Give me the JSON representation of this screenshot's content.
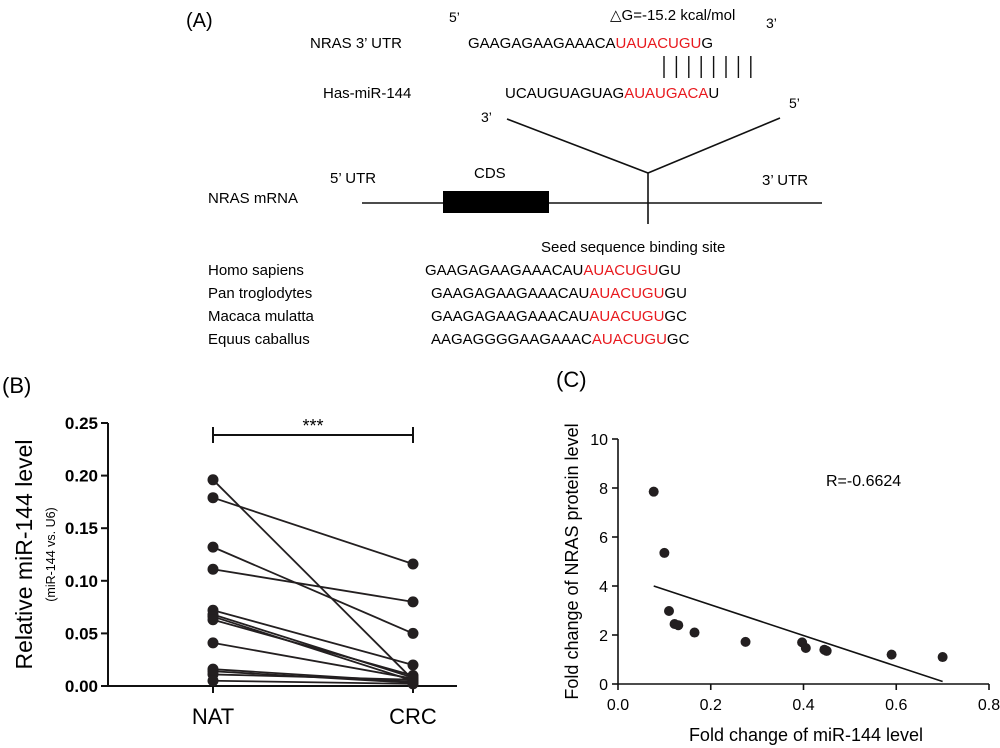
{
  "panel_a": {
    "label": "(A)",
    "nras_utr_label": "NRAS   3’ UTR",
    "five_prime_top": "5’",
    "three_prime_top": "3’",
    "delta_g": "△G=-15.2 kcal/mol",
    "nras_seq_black": "GAAGAGAAGAAACA",
    "nras_seq_red": "UAUACUGU",
    "nras_seq_tail": "G",
    "mir_label": "Has-miR-144",
    "mir_seq_black": "UCAUGUAGUAG",
    "mir_seq_red": "AUAUGACA",
    "mir_seq_tail": "U",
    "three_prime_bottom": "3’",
    "five_prime_bottom": "5’",
    "five_utr_label": "5’ UTR",
    "cds_label": "CDS",
    "three_utr_label": "3’ UTR",
    "mrna_label": "NRAS  mRNA",
    "seed_label": "Seed sequence binding site",
    "species": [
      {
        "name": "Homo sapiens",
        "black": "GAAGAGAAGAAACAU",
        "red": "AUACUGU",
        "tail": "GU"
      },
      {
        "name": "Pan troglodytes",
        "black": "GAAGAGAAGAAACAU",
        "red": "AUACUGU",
        "tail": "GU"
      },
      {
        "name": "Macaca mulatta",
        "black": "GAAGAGAAGAAACAU",
        "red": "AUACUGU",
        "tail": "GC"
      },
      {
        "name": "Equus caballus",
        "black": "AAGAGGGGAAGAAAC",
        "red": "AUACUGU",
        "tail": "GC"
      }
    ],
    "colors": {
      "highlight": "#e8191e",
      "cds": "#000000"
    }
  },
  "panel_b": {
    "label": "(B)",
    "significance": "***"
  },
  "panel_c": {
    "label": "(C)",
    "r_label": "R=-0.6624"
  },
  "chart_data": [
    {
      "type": "line",
      "subtype": "paired-dot",
      "categories": [
        "NAT",
        "CRC"
      ],
      "ylabel": "Relative miR-144 level",
      "ylabel_sub": "(miR-144 vs. U6)",
      "ylim": [
        0,
        0.25
      ],
      "yticks": [
        "0.00",
        "0.05",
        "0.10",
        "0.15",
        "0.20",
        "0.25"
      ],
      "pairs": [
        [
          0.196,
          0.006
        ],
        [
          0.179,
          0.116
        ],
        [
          0.132,
          0.05
        ],
        [
          0.111,
          0.08
        ],
        [
          0.072,
          0.02
        ],
        [
          0.068,
          0.008
        ],
        [
          0.066,
          0.005
        ],
        [
          0.063,
          0.01
        ],
        [
          0.041,
          0.007
        ],
        [
          0.016,
          0.004
        ],
        [
          0.014,
          0.003
        ],
        [
          0.011,
          0.006
        ],
        [
          0.005,
          0.002
        ]
      ]
    },
    {
      "type": "scatter",
      "xlabel": "Fold change of miR-144 level",
      "ylabel": "Fold change of NRAS protein level",
      "xlim": [
        0,
        0.8
      ],
      "ylim": [
        0,
        10
      ],
      "xticks": [
        "0.0",
        "0.2",
        "0.4",
        "0.6",
        "0.8"
      ],
      "yticks": [
        "0",
        "2",
        "4",
        "6",
        "8",
        "10"
      ],
      "points": [
        [
          0.077,
          7.85
        ],
        [
          0.1,
          5.35
        ],
        [
          0.11,
          2.98
        ],
        [
          0.122,
          2.45
        ],
        [
          0.13,
          2.4
        ],
        [
          0.165,
          2.1
        ],
        [
          0.275,
          1.72
        ],
        [
          0.397,
          1.7
        ],
        [
          0.405,
          1.47
        ],
        [
          0.445,
          1.4
        ],
        [
          0.45,
          1.35
        ],
        [
          0.59,
          1.2
        ],
        [
          0.7,
          1.1
        ]
      ],
      "fit_line": [
        [
          0.077,
          4.0
        ],
        [
          0.7,
          0.1
        ]
      ]
    }
  ]
}
